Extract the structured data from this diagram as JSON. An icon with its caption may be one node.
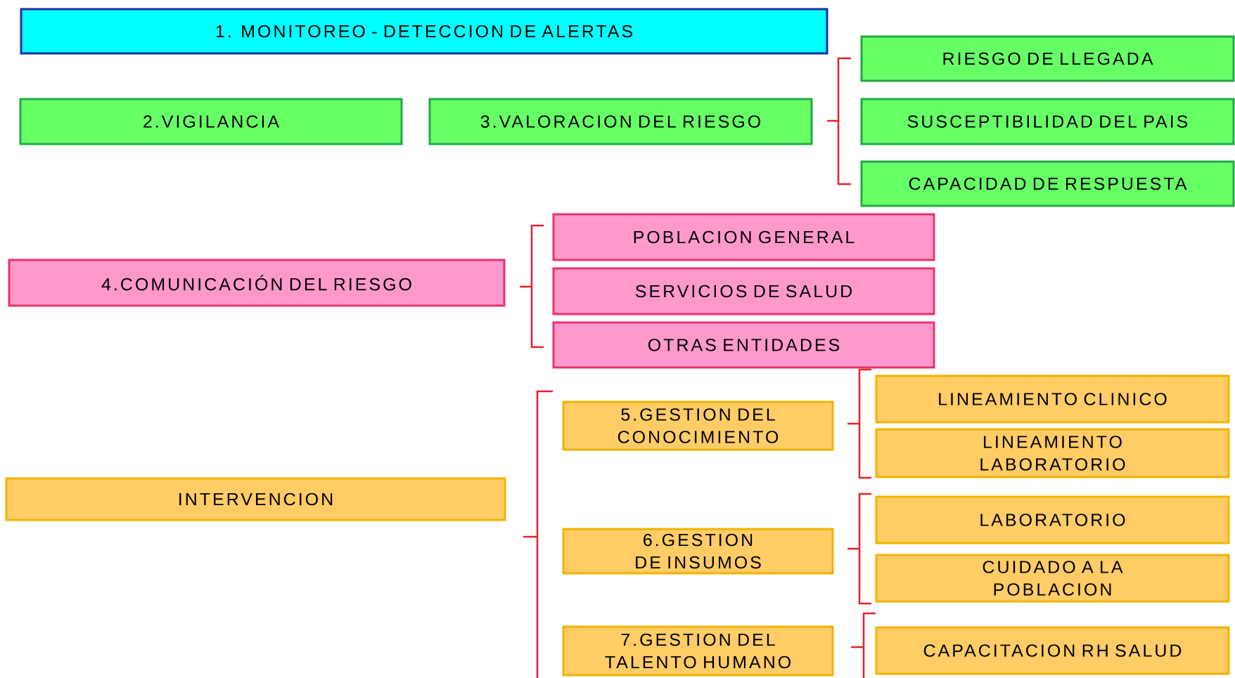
{
  "diagram": {
    "nodes": [
      {
        "text": [
          "1. MONITOREO  - DETECCION DE ALERTAS"
        ]
      },
      {
        "text": [
          "2.VIGILANCIA"
        ]
      },
      {
        "text": [
          "3.VALORACION DEL RIESGO"
        ]
      },
      {
        "text": [
          "RIESGO DE LLEGADA"
        ]
      },
      {
        "text": [
          "SUSCEPTIBILIDAD DEL PAIS"
        ]
      },
      {
        "text": [
          "CAPACIDAD DE RESPUESTA"
        ]
      },
      {
        "text": [
          "4.COMUNICACIÓN DEL RIESGO"
        ]
      },
      {
        "text": [
          "POBLACION GENERAL"
        ]
      },
      {
        "text": [
          "SERVICIOS DE SALUD"
        ]
      },
      {
        "text": [
          "OTRAS ENTIDADES"
        ]
      },
      {
        "text": [
          "INTERVENCION"
        ]
      },
      {
        "text": [
          "5.GESTION DEL CONOCIMIENTO"
        ]
      },
      {
        "text": [
          "LINEAMIENTO CLINICO"
        ]
      },
      {
        "text": [
          "LINEAMIENTO LABORATORIO"
        ]
      },
      {
        "text": [
          "6.GESTION DE INSUMOS"
        ]
      },
      {
        "text": [
          "LABORATORIO"
        ]
      },
      {
        "text": [
          "CUIDADO A LA POBLACION"
        ]
      },
      {
        "text": [
          "7.GESTION DEL TALENTO HUMANO"
        ]
      },
      {
        "text": [
          "CAPACITACION RH SALUD"
        ]
      }
    ]
  }
}
